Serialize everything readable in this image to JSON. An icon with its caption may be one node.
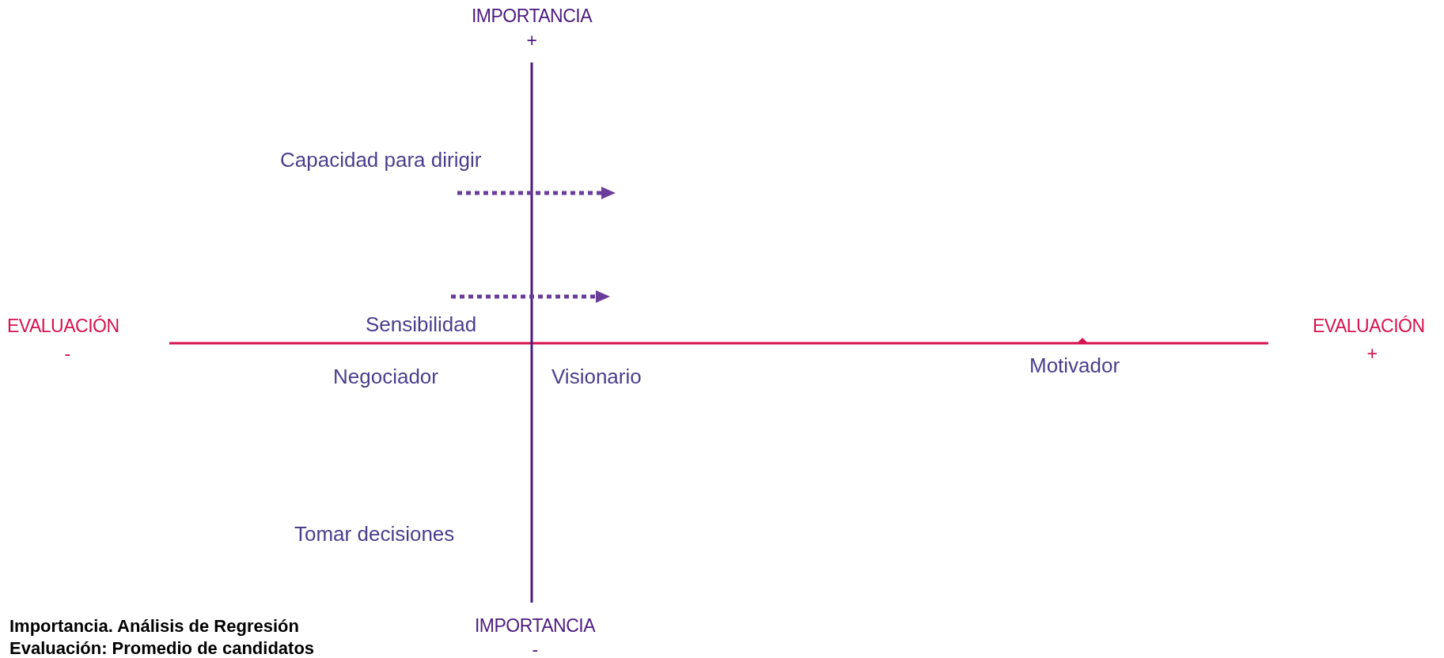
{
  "diagram": {
    "labels": [
      "IMPORTANCIA",
      "+",
      "Capacidad para dirigir",
      "EVALUACIÓN",
      "-",
      "Sensibilidad",
      "EVALUACIÓN",
      "+",
      "Negociador",
      "Visionario",
      "Motivador",
      "Tomar decisiones",
      "Importancia. Análisis de Regresión",
      "IMPORTANCIA",
      "Evaluación: Promedio de candidatos",
      "-"
    ]
  }
}
